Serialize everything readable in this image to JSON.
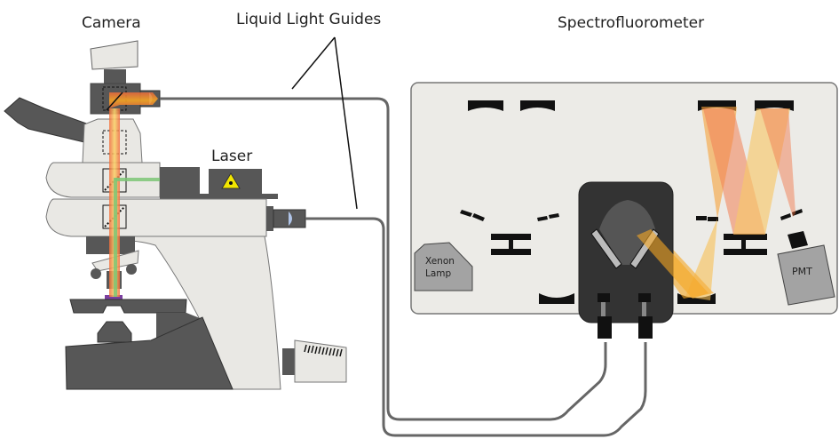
{
  "labels": {
    "camera": "Camera",
    "liquid_light_guides": "Liquid Light Guides",
    "spectrofluorometer": "Spectrofluorometer",
    "laser": "Laser",
    "xenon_lamp_line1": "Xenon",
    "xenon_lamp_line2": "Lamp",
    "pmt": "PMT"
  },
  "colors": {
    "housing_light": "#e9e8e4",
    "housing_dark": "#575757",
    "cable": "#666666",
    "spectro_panel": "#ecebe7",
    "sample_holder": "#333333",
    "beam_orange": "#f5a623",
    "beam_green": "#7cc576",
    "sample": "#7b3fa0",
    "laser_warning": "#f2e600"
  }
}
